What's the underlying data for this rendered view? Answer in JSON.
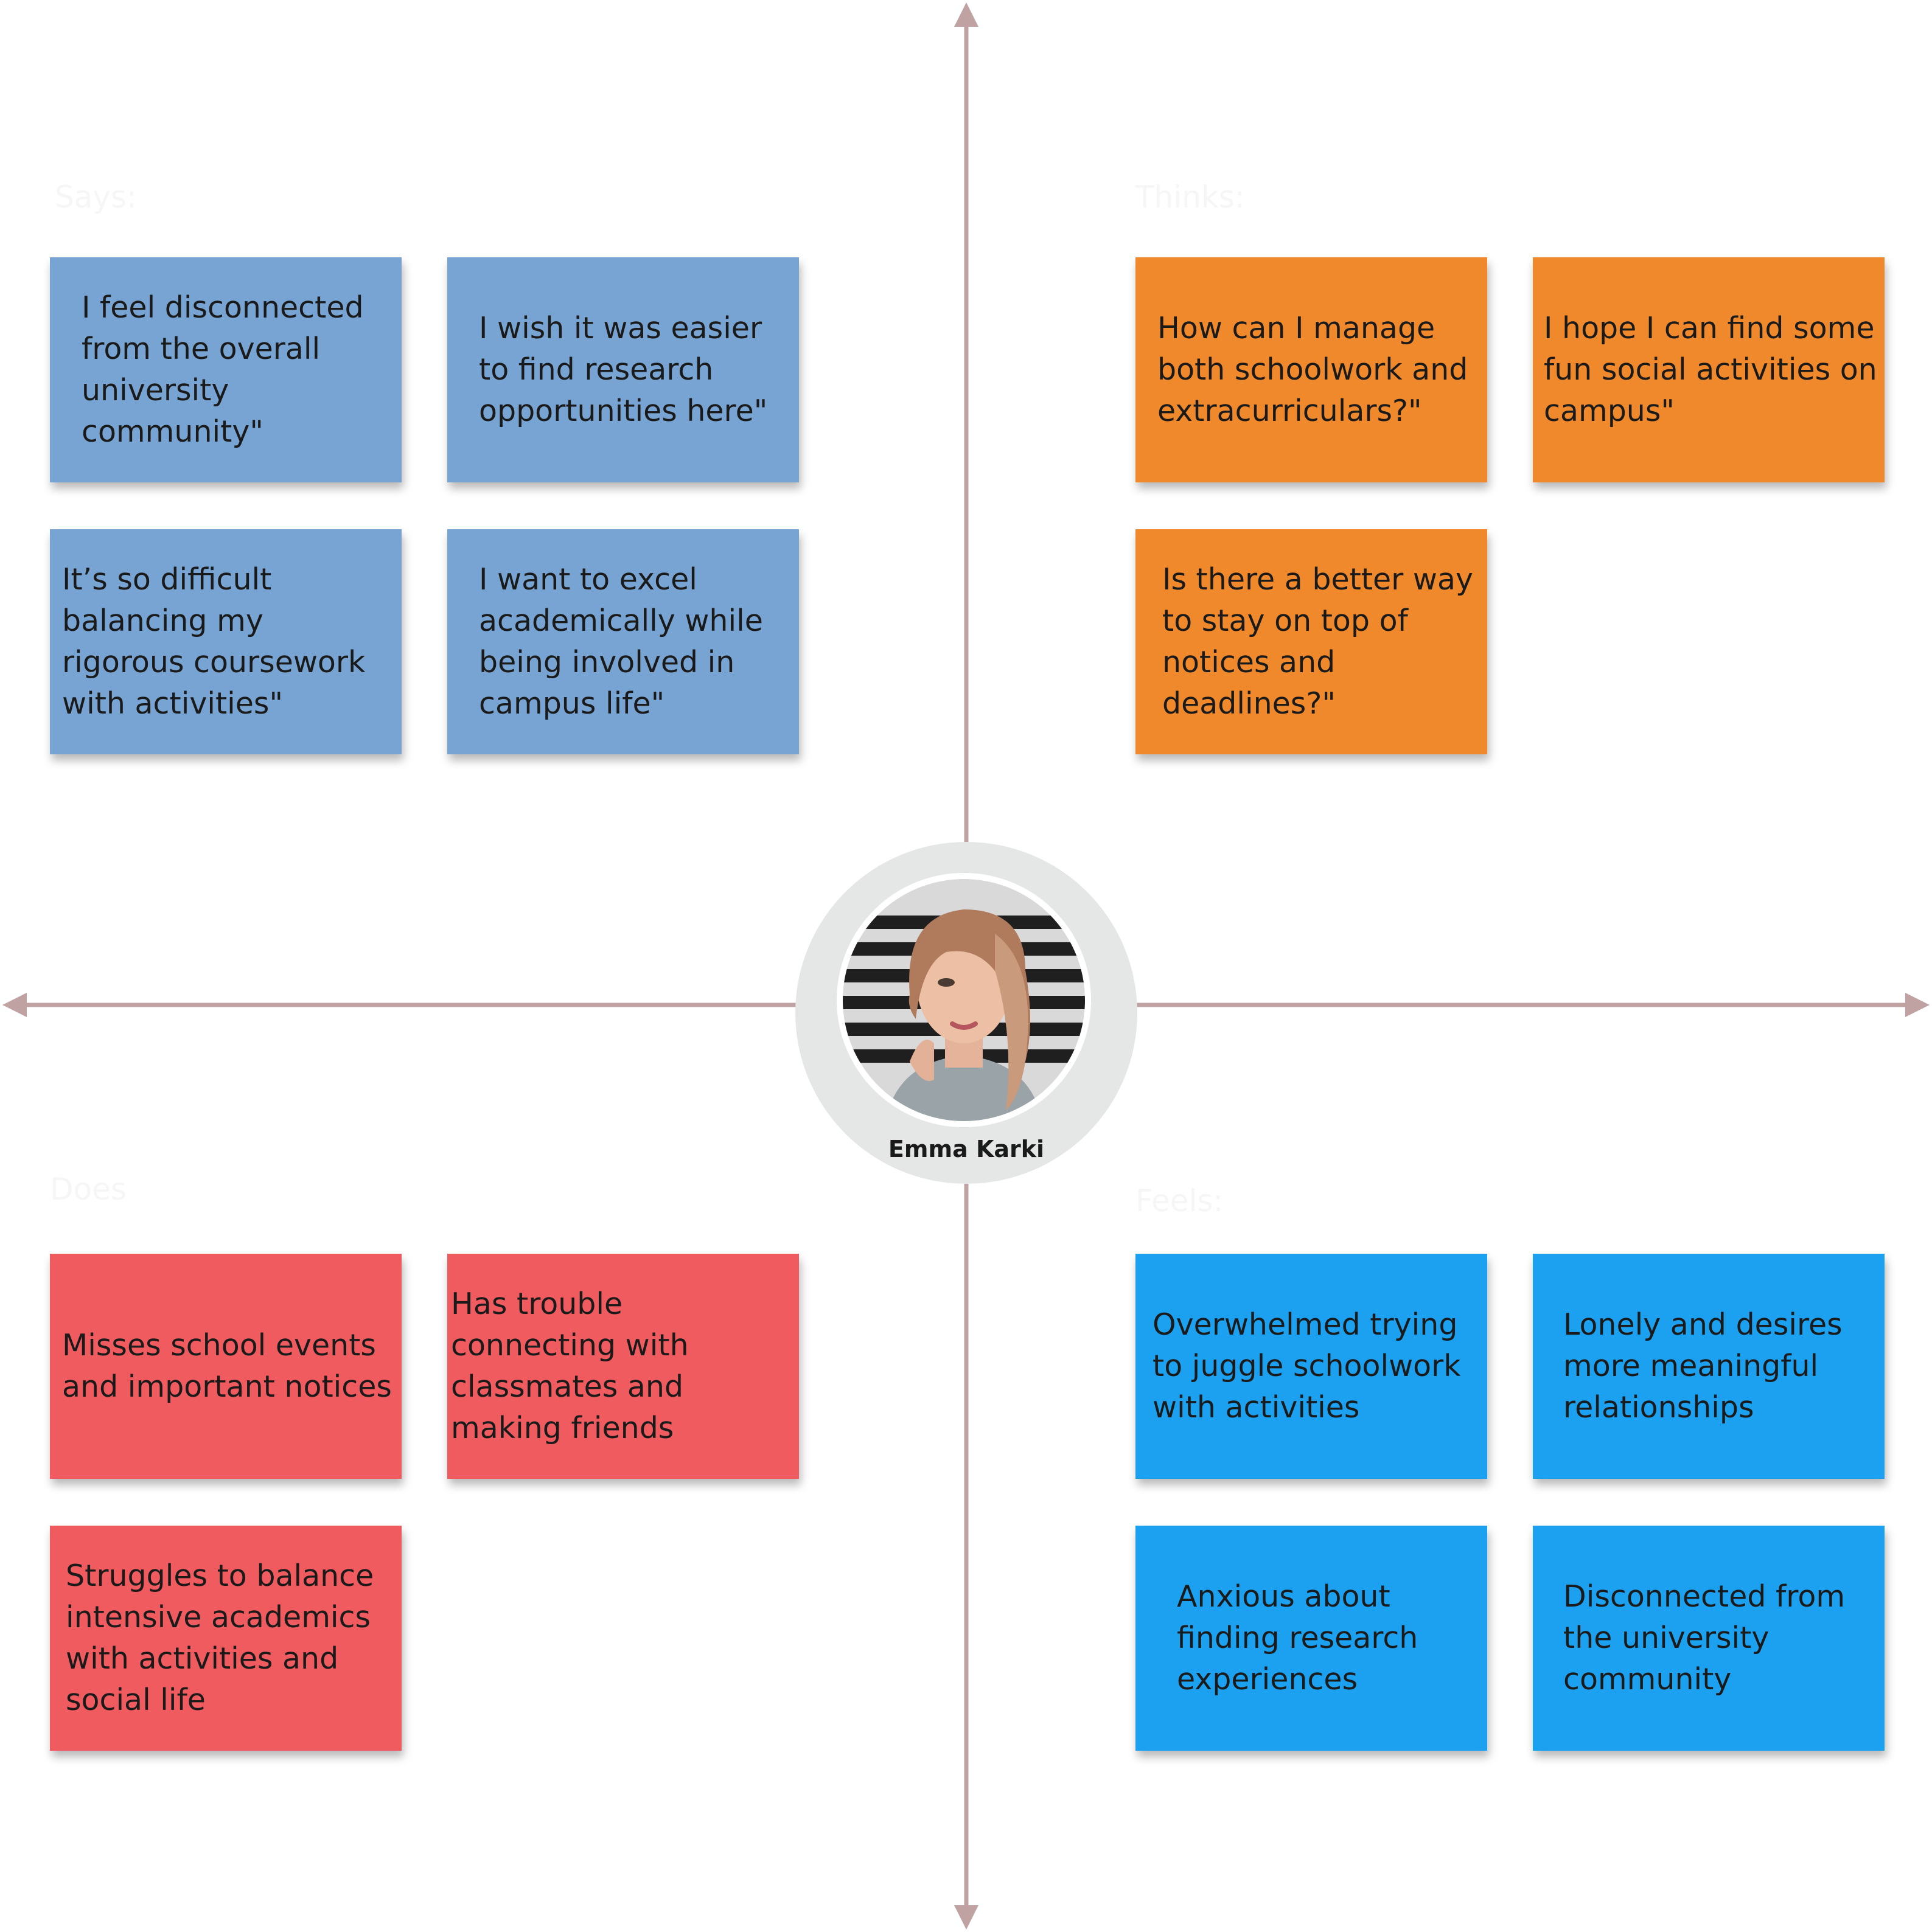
{
  "colors": {
    "axis": "#c0a2a3",
    "says": "#77a4d2",
    "thinks": "#f0892c",
    "does": "#ef5b5e",
    "feels": "#1ca1f1",
    "persona_ring": "#e5e7e6"
  },
  "persona": {
    "name": "Emma Karki"
  },
  "quadrants": {
    "says": {
      "label": "Says:",
      "notes": [
        "I feel disconnected from the overall university community\"",
        "I wish it was easier to find research opportunities here\"",
        "It’s so difficult balancing my rigorous coursework with activities\"",
        "I want to excel academically while being involved in campus life\""
      ]
    },
    "thinks": {
      "label": "Thinks:",
      "notes": [
        "How can I manage both schoolwork and extracurriculars?\"",
        "I hope I can find some fun social activities on campus\"",
        "Is there a better way to stay on top of notices and deadlines?\""
      ]
    },
    "does": {
      "label": "Does",
      "notes": [
        "Misses school events and important notices",
        "Has trouble connecting with classmates and making friends",
        "Struggles to balance intensive academics with activities and social life"
      ]
    },
    "feels": {
      "label": "Feels:",
      "notes": [
        "Overwhelmed trying to juggle schoolwork with activities",
        "Lonely and desires more meaningful relationships",
        "Anxious about finding research experiences",
        "Disconnected from the university community"
      ]
    }
  }
}
